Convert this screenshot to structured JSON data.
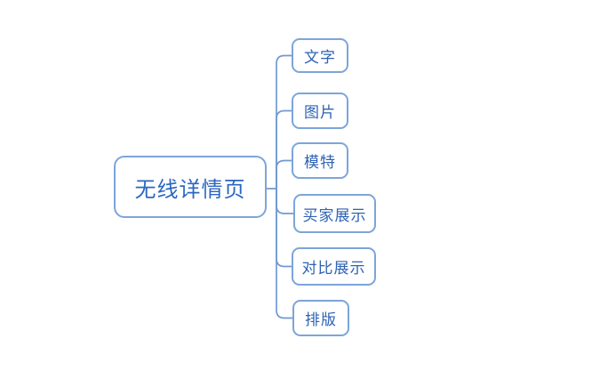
{
  "mindmap": {
    "root": {
      "label": "无线详情页"
    },
    "children": [
      {
        "label": "文字"
      },
      {
        "label": "图片"
      },
      {
        "label": "模特"
      },
      {
        "label": "买家展示"
      },
      {
        "label": "对比展示"
      },
      {
        "label": "排版"
      }
    ],
    "colors": {
      "background": "#ffffff",
      "node_border": "#7ca5da",
      "connector": "#7199d3",
      "root_text": "#2c67c0",
      "child_text": "#2f62b3"
    }
  }
}
